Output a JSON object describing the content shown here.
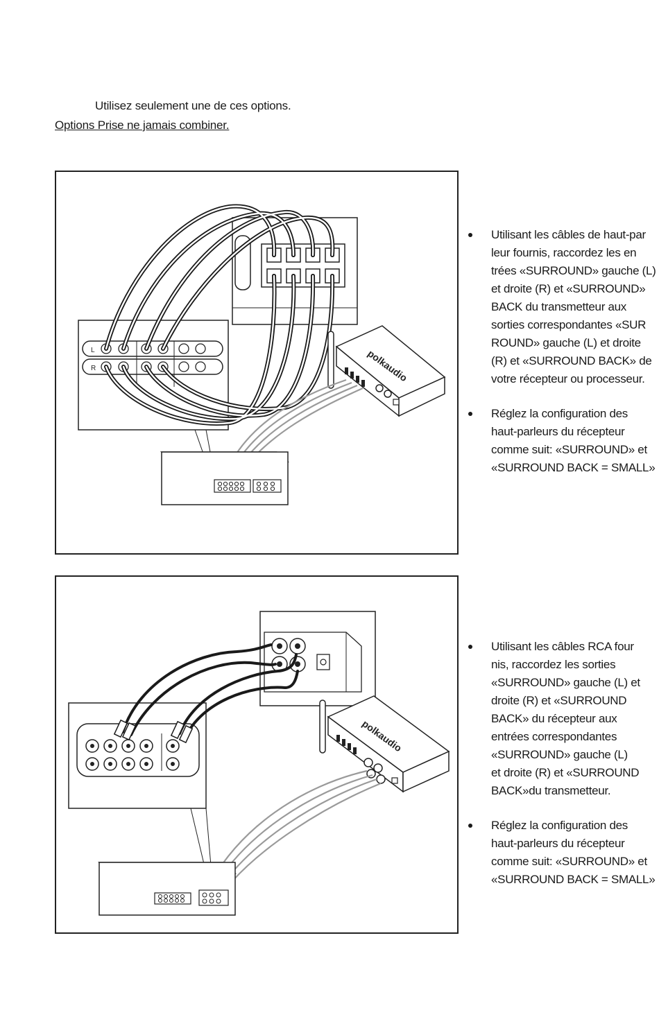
{
  "intro": {
    "line1": "Utilisez seulement une de ces options.",
    "line2": "Options Prise ne jamais combiner."
  },
  "figure1": {
    "jack_left_label": "L",
    "jack_right_label": "R",
    "brand_logo": "polkaudio"
  },
  "figure2": {
    "brand_logo": "polkaudio"
  },
  "section1": {
    "bullets": [
      {
        "lines": [
          "Utilisant les câbles de haut-par",
          "leur fournis, raccordez les en",
          "trées «SURROUND»  gauche (L)",
          "et droite (R) et  «SURROUND»",
          "BACK  du  transmetteur aux",
          "sorties correspondantes «SUR",
          "ROUND»  gauche (L) et droite",
          "(R) et «SURROUND BACK»  de",
          "votre récepteur ou processeur."
        ]
      },
      {
        "lines": [
          "Réglez la configuration des",
          "haut-parleurs du récepteur",
          "comme suit: «SURROUND» et",
          "«SURROUND BACK = SMALL»"
        ]
      }
    ]
  },
  "section2": {
    "bullets": [
      {
        "lines": [
          "Utilisant les câbles RCA four",
          "nis, raccordez les sorties",
          "«SURROUND»  gauche (L) et",
          "droite (R) et «SURROUND",
          "BACK»  du récepteur aux",
          "entrées correspondantes",
          "«SURROUND»  gauche (L)",
          "et droite (R) et «SURROUND",
          "BACK»du transmetteur."
        ]
      },
      {
        "lines": [
          "Réglez la configuration des",
          "haut-parleurs du récepteur",
          "comme suit: «SURROUND» et",
          "«SURROUND BACK = SMALL»"
        ]
      }
    ]
  }
}
